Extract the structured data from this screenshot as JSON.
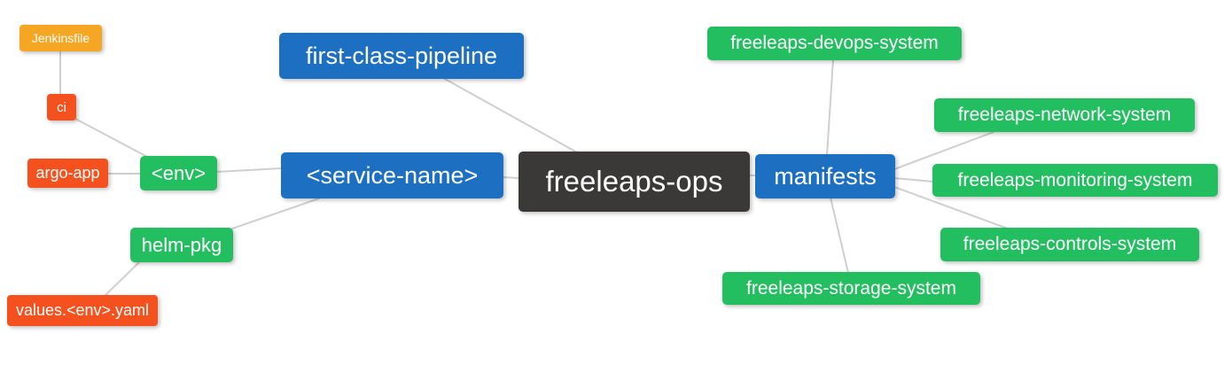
{
  "diagram": {
    "type": "mindmap",
    "root_label": "freeleaps-ops",
    "colors": {
      "root": "#3b3838",
      "branch_blue": "#1d6fc2",
      "green": "#23be5f",
      "red_orange": "#f4511e",
      "orange": "#f5a623",
      "edge": "#cfcfcf",
      "text": "#ffffff",
      "background": "#ffffff"
    },
    "nodes": {
      "ops": {
        "label": "freeleaps-ops",
        "color": "#3b3838"
      },
      "pipeline": {
        "label": "first-class-pipeline",
        "color": "#1d6fc2"
      },
      "service": {
        "label": "<service-name>",
        "color": "#1d6fc2"
      },
      "manifests": {
        "label": "manifests",
        "color": "#1d6fc2"
      },
      "env": {
        "label": "<env>",
        "color": "#23be5f"
      },
      "helm_pkg": {
        "label": "helm-pkg",
        "color": "#23be5f"
      },
      "devops": {
        "label": "freeleaps-devops-system",
        "color": "#23be5f"
      },
      "network": {
        "label": "freeleaps-network-system",
        "color": "#23be5f"
      },
      "monitoring": {
        "label": "freeleaps-monitoring-system",
        "color": "#23be5f"
      },
      "controls": {
        "label": "freeleaps-controls-system",
        "color": "#23be5f"
      },
      "storage": {
        "label": "freeleaps-storage-system",
        "color": "#23be5f"
      },
      "ci": {
        "label": "ci",
        "color": "#f4511e"
      },
      "argo_app": {
        "label": "argo-app",
        "color": "#f4511e"
      },
      "values": {
        "label": "values.<env>.yaml",
        "color": "#f4511e"
      },
      "jenkinsfile": {
        "label": "Jenkinsfile",
        "color": "#f5a623"
      }
    },
    "edges": [
      {
        "from": "jenkinsfile",
        "to": "ci"
      },
      {
        "from": "ci",
        "to": "env"
      },
      {
        "from": "argo_app",
        "to": "env"
      },
      {
        "from": "env",
        "to": "service"
      },
      {
        "from": "helm_pkg",
        "to": "service"
      },
      {
        "from": "values",
        "to": "helm_pkg"
      },
      {
        "from": "service",
        "to": "ops"
      },
      {
        "from": "pipeline",
        "to": "ops"
      },
      {
        "from": "ops",
        "to": "manifests"
      },
      {
        "from": "manifests",
        "to": "devops"
      },
      {
        "from": "manifests",
        "to": "network"
      },
      {
        "from": "manifests",
        "to": "monitoring"
      },
      {
        "from": "manifests",
        "to": "controls"
      },
      {
        "from": "manifests",
        "to": "storage"
      }
    ]
  }
}
